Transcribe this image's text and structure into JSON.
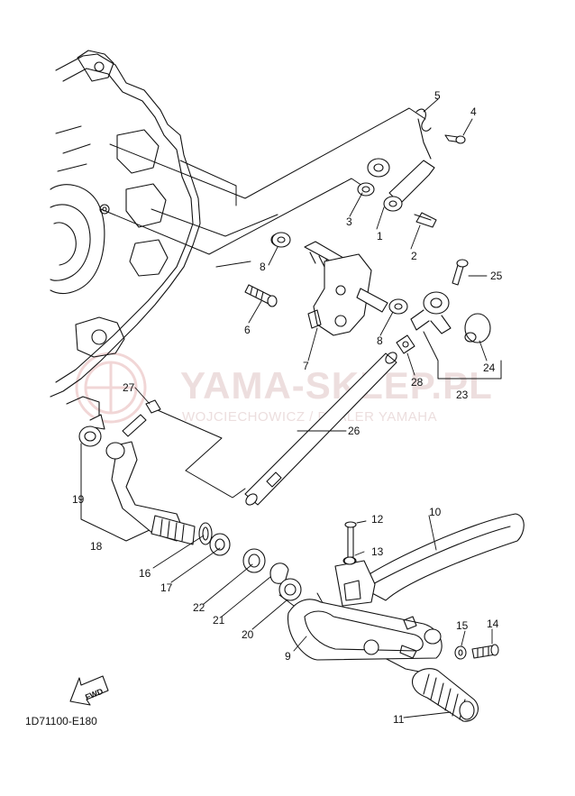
{
  "watermark": {
    "title": "YAMA-SKLEP.PL",
    "subtitle": "WOJCIECHOWICZ / DEALER YAMAHA"
  },
  "diagram_code": "1D71100-E180",
  "fwd_label": "FWD",
  "callouts": {
    "c1": "1",
    "c2": "2",
    "c3": "3",
    "c4": "4",
    "c5": "5",
    "c6": "6",
    "c7": "7",
    "c8a": "8",
    "c8b": "8",
    "c9": "9",
    "c10": "10",
    "c11": "11",
    "c12": "12",
    "c13": "13",
    "c14": "14",
    "c15": "15",
    "c16": "16",
    "c17": "17",
    "c18": "18",
    "c19": "19",
    "c20": "20",
    "c21": "21",
    "c22": "22",
    "c23": "23",
    "c24": "24",
    "c25": "25",
    "c26": "26",
    "c27": "27",
    "c28": "28"
  }
}
